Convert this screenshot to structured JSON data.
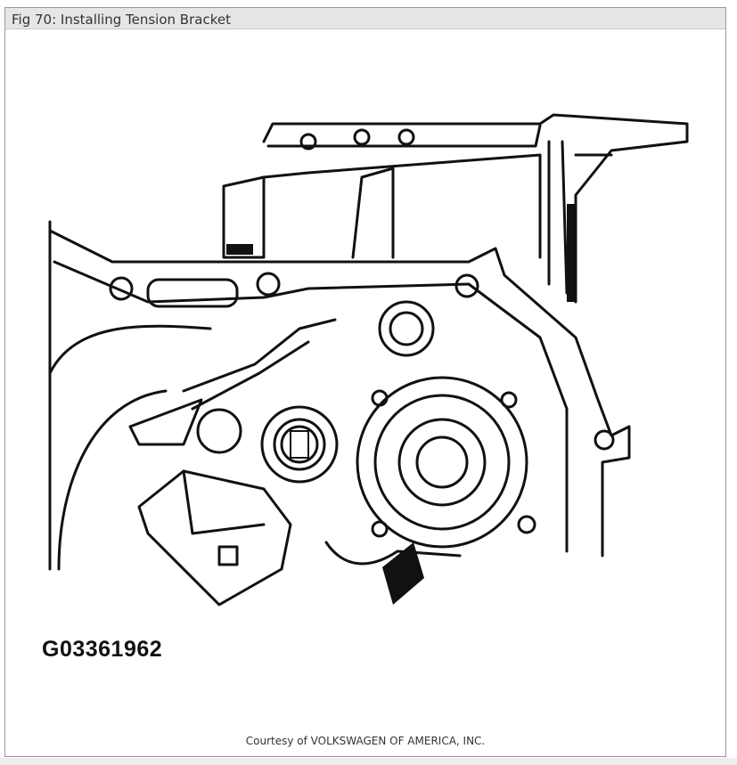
{
  "figure": {
    "title": "Fig 70: Installing Tension Bracket",
    "image_code": "G03361962",
    "credit": "Courtesy of VOLKSWAGEN OF AMERICA, INC."
  },
  "colors": {
    "frame_border": "#9a9a9a",
    "title_bar": "#e6e6e6",
    "ink": "#111111"
  }
}
